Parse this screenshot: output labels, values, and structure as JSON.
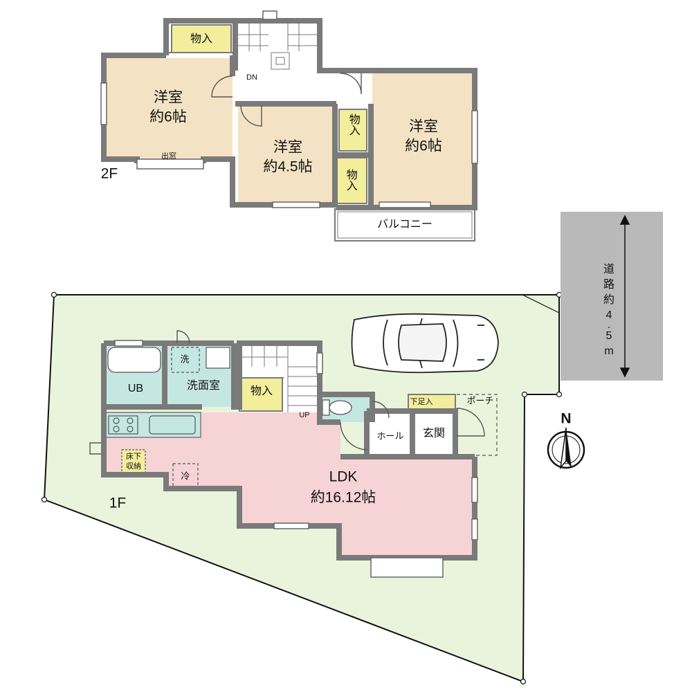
{
  "floor2": {
    "label": "2F",
    "room_west": {
      "name": "洋室",
      "size": "約6帖"
    },
    "room_middle": {
      "name": "洋室",
      "size": "約4.5帖"
    },
    "room_east": {
      "name": "洋室",
      "size": "約6帖"
    },
    "closet_label": "物入",
    "bay_window": "出窓",
    "stair_dir": "DN",
    "balcony": "バルコニー"
  },
  "floor1": {
    "label": "1F",
    "ldk": {
      "name": "LDK",
      "size": "約16.12帖"
    },
    "unit_bath": "UB",
    "washroom": "洗面室",
    "washer": "洗",
    "closet_label": "物入",
    "stair_dir": "UP",
    "underfloor_storage": [
      "床下",
      "収納"
    ],
    "fridge": "冷",
    "hall": "ホール",
    "entrance": "玄関",
    "shoe_storage": "下足入",
    "porch": "ポーチ"
  },
  "road": {
    "label": [
      "道",
      "路",
      "約",
      "4",
      ".",
      "5",
      "m"
    ]
  },
  "compass": {
    "label": "N"
  },
  "colors": {
    "bedroom": "#f3e3c4",
    "ldk": "#f6d3d5",
    "wet_area": "#c5e7e2",
    "storage": "#f2ee9c",
    "site": "#eaf4dc",
    "road": "#b9b9b9",
    "wall": "#7a7a7a"
  }
}
